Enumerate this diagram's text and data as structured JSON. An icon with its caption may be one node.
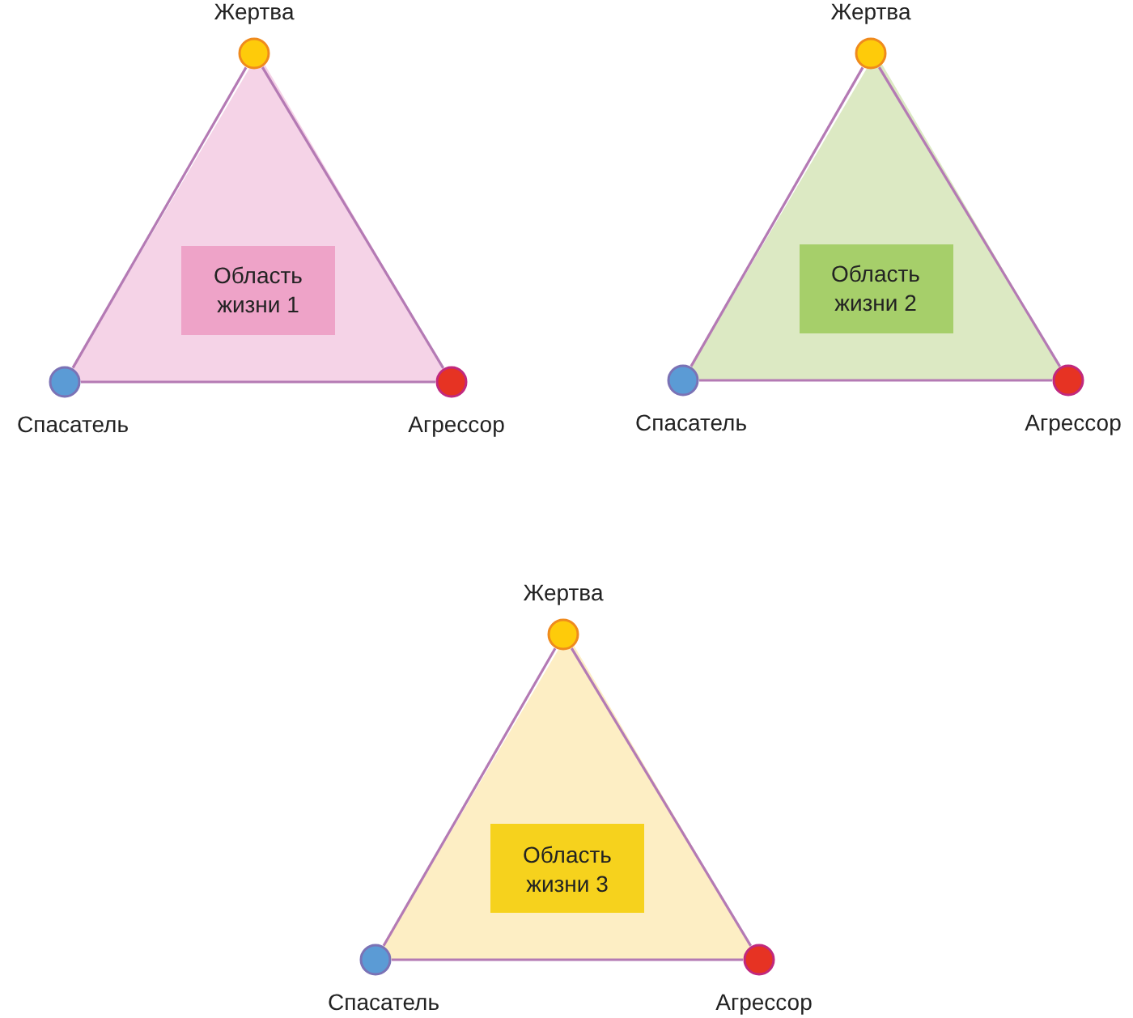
{
  "diagram": {
    "nodes": [
      {
        "text": [],
        "shape": "triangle"
      },
      {
        "text": [
          "Область жизни 1"
        ],
        "in": 0
      },
      {
        "text": [],
        "shape": "circle",
        "beside": [
          "Жертва"
        ]
      },
      {
        "text": [],
        "shape": "circle",
        "beside": [
          "Спасатель"
        ]
      },
      {
        "text": [],
        "shape": "circle",
        "beside": [
          "Агрессор"
        ]
      },
      {
        "text": [],
        "shape": "triangle"
      },
      {
        "text": [
          "Область жизни 2"
        ],
        "in": 5
      },
      {
        "text": [],
        "shape": "circle",
        "beside": [
          "Жертва"
        ]
      },
      {
        "text": [],
        "shape": "circle",
        "beside": [
          "Спасатель"
        ]
      },
      {
        "text": [],
        "shape": "circle",
        "beside": [
          "Агрессор"
        ]
      },
      {
        "text": [],
        "shape": "triangle"
      },
      {
        "text": [
          "Область жизни 3"
        ],
        "in": 10
      },
      {
        "text": [],
        "shape": "circle",
        "beside": [
          "Жертва"
        ]
      },
      {
        "text": [],
        "shape": "circle",
        "beside": [
          "Спасатель"
        ]
      },
      {
        "text": [],
        "shape": "circle",
        "beside": [
          "Агрессор"
        ]
      }
    ],
    "edges": [
      {
        "from": 2,
        "to": 3,
        "arrow": "none"
      },
      {
        "from": 3,
        "to": 4,
        "arrow": "none"
      },
      {
        "from": 4,
        "to": 2,
        "arrow": "none"
      },
      {
        "from": 7,
        "to": 8,
        "arrow": "none"
      },
      {
        "from": 8,
        "to": 9,
        "arrow": "none"
      },
      {
        "from": 9,
        "to": 7,
        "arrow": "none"
      },
      {
        "from": 12,
        "to": 13,
        "arrow": "none"
      },
      {
        "from": 13,
        "to": 14,
        "arrow": "none"
      },
      {
        "from": 14,
        "to": 12,
        "arrow": "none"
      }
    ]
  }
}
